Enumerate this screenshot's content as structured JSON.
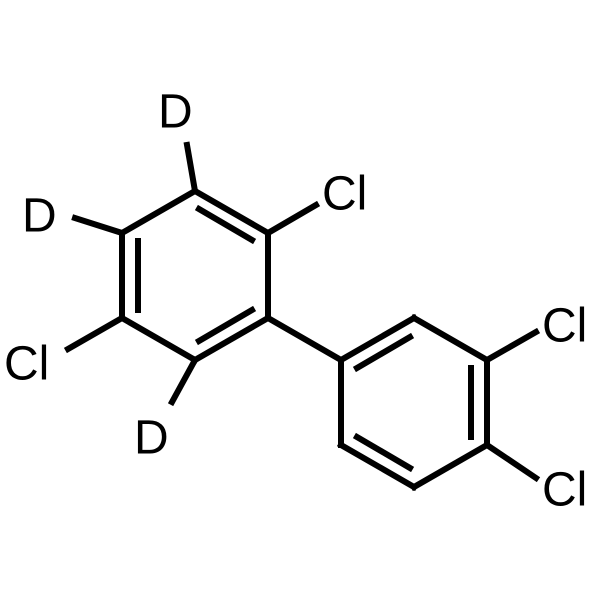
{
  "molecule": {
    "atoms": {
      "d_top": "D",
      "d_left": "D",
      "d_bottom": "D",
      "cl_left": "Cl",
      "cl_ortho": "Cl",
      "cl_meta": "Cl",
      "cl_para": "Cl"
    }
  },
  "colors": {
    "bond": "#000000",
    "text": "#000000",
    "background": "#ffffff"
  }
}
